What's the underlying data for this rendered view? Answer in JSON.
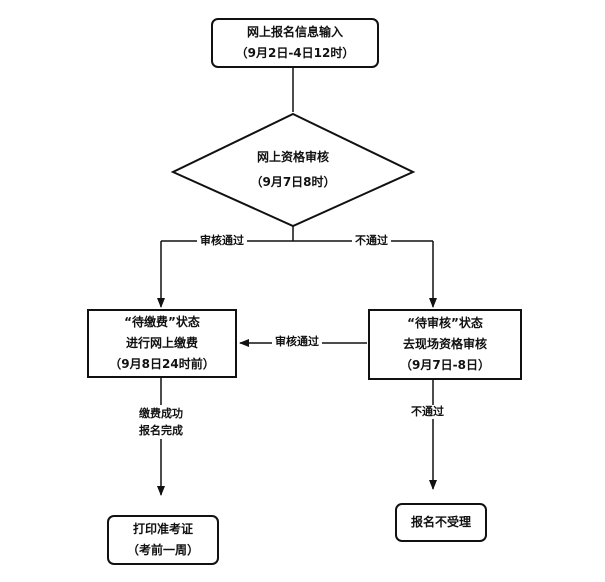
{
  "nodes": {
    "start": {
      "line1": "网上报名信息输入",
      "line2": "（9月2日-4日12时）"
    },
    "review": {
      "line1": "网上资格审核",
      "line2": "（9月7日8时）"
    },
    "payment": {
      "line1": "“待缴费”状态",
      "line2": "进行网上缴费",
      "line3": "（9月8日24时前）"
    },
    "pending": {
      "line1": "“待审核”状态",
      "line2": "去现场资格审核",
      "line3": "（9月7日-8日）"
    },
    "print": {
      "line1": "打印准考证",
      "line2": "（考前一周）"
    },
    "rejected": {
      "line1": "报名不受理"
    }
  },
  "edges": {
    "pass": "审核通过",
    "fail": "不通过",
    "pass2": "审核通过",
    "paid_line1": "缴费成功",
    "paid_line2": "报名完成",
    "fail2": "不通过"
  }
}
